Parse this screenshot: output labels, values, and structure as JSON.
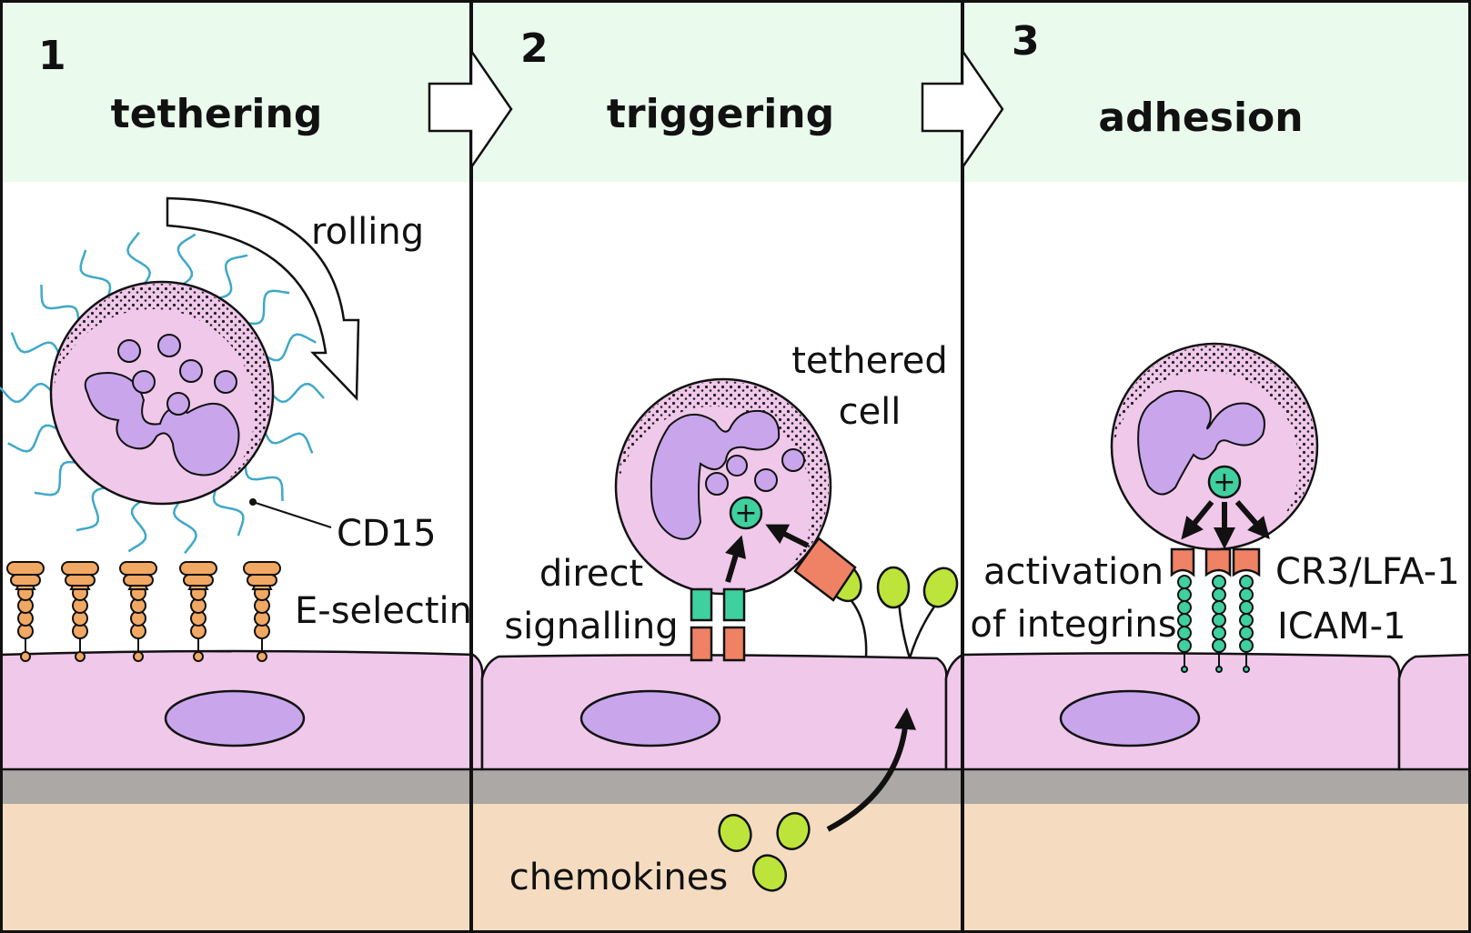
{
  "colors": {
    "header_bg": "#eafaec",
    "cell_fill": "#f0c8ea",
    "nucleus": "#c9a6ec",
    "membrane_grey": "#aba8a6",
    "tissue": "#f5dcc0",
    "selectin": "#f1a862",
    "cd15": "#3fa8c8",
    "chemokine": "#bde43a",
    "receptor_green": "#3fd0a0",
    "receptor_orange": "#ef8264",
    "integrin_bead": "#3fd0a0"
  },
  "panels": [
    {
      "number": "1",
      "title": "tethering"
    },
    {
      "number": "2",
      "title": "triggering"
    },
    {
      "number": "3",
      "title": "adhesion"
    }
  ],
  "labels": {
    "rolling": "rolling",
    "cd15": "CD15",
    "e_selectin": "E-selectin",
    "tethered_1": "tethered",
    "tethered_2": "cell",
    "direct_1": "direct",
    "direct_2": "signalling",
    "chemokines": "chemokines",
    "activation_1": "activation",
    "activation_2": "of integrins",
    "cr3": "CR3/LFA-1",
    "icam": "ICAM-1",
    "plus": "+"
  }
}
